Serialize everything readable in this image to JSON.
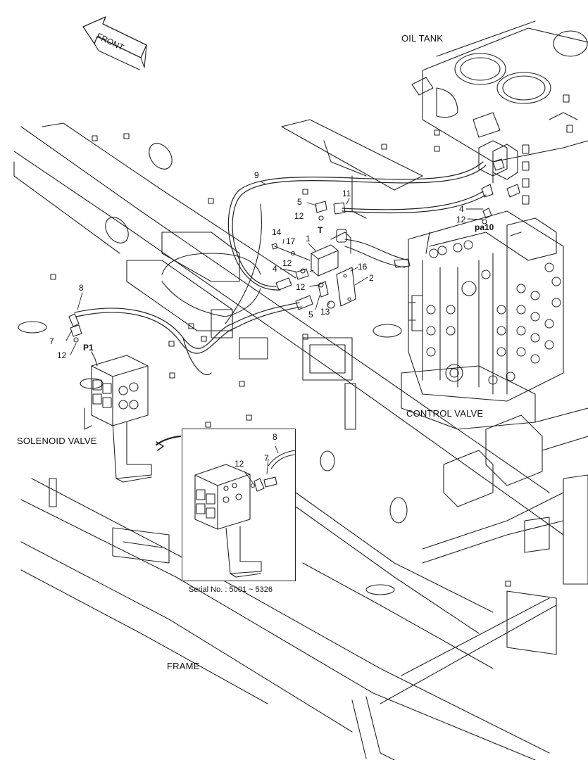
{
  "orientation": {
    "front_label": "FRONT"
  },
  "assemblies": {
    "oil_tank": "OIL TANK",
    "control_valve": "CONTROL VALVE",
    "solenoid_valve": "SOLENOID VALVE",
    "frame": "FRAME"
  },
  "ports": {
    "t": "T",
    "p1": "P1",
    "pa10": "pa10"
  },
  "callouts": {
    "c1": "1",
    "c2": "2",
    "c4a": "4",
    "c4b": "4",
    "c5a": "5",
    "c5b": "5",
    "c7a": "7",
    "c7b": "7",
    "c8a": "8",
    "c8b": "8",
    "c9": "9",
    "c11": "11",
    "c12a": "12",
    "c12b": "12",
    "c12c": "12",
    "c12d": "12",
    "c12e": "12",
    "c12f": "12",
    "c13": "13",
    "c14": "14",
    "c16": "16",
    "c17": "17"
  },
  "inset": {
    "serial": "Serial No.  : 5001 ~ 5326"
  }
}
